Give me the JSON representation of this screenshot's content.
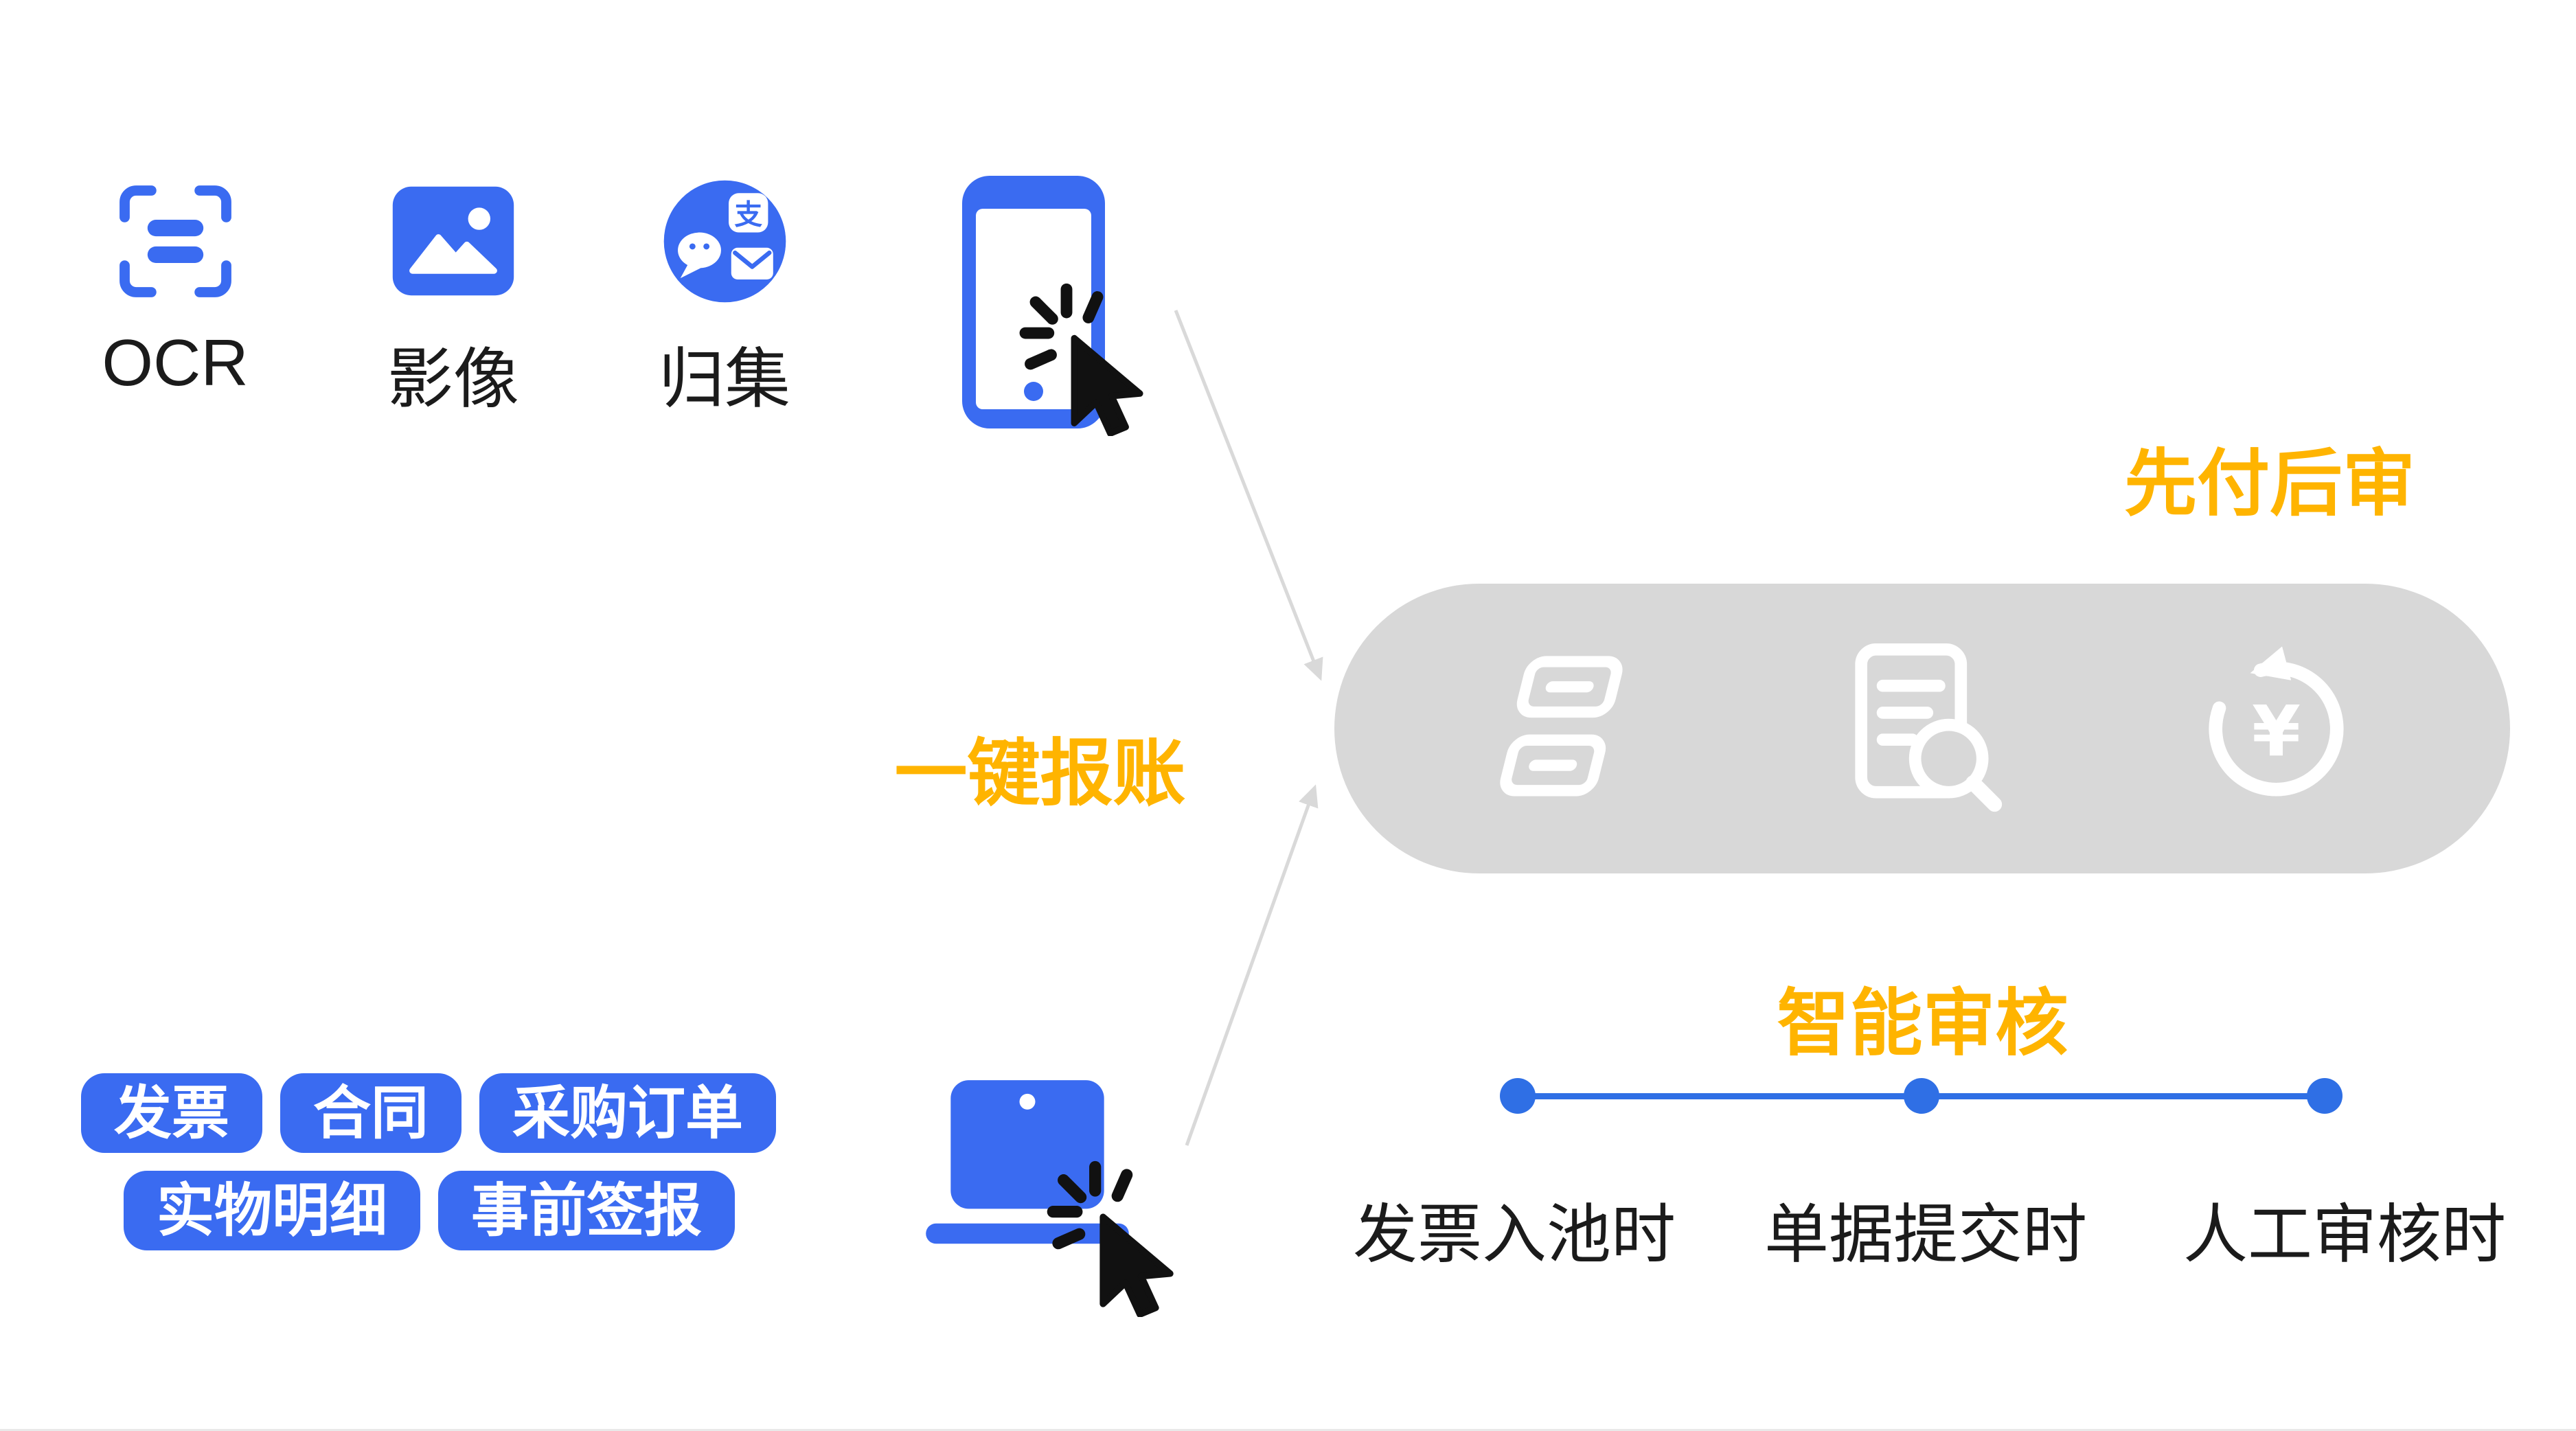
{
  "colors": {
    "primary_blue": "#3A6BF1",
    "timeline_blue": "#2F6FE5",
    "accent_yellow": "#FFB400",
    "pill_gray": "#D8D8D8",
    "arrow_gray": "#D9D9D9",
    "text_dark": "#1B1B1B"
  },
  "capture_methods": [
    {
      "label": "OCR",
      "icon": "ocr-scan-icon"
    },
    {
      "label": "影像",
      "icon": "image-icon"
    },
    {
      "label": "归集",
      "icon": "wechat-alipay-collect-icon"
    }
  ],
  "flow_labels": {
    "one_click_report": "一键报账",
    "pay_first_audit_later": "先付后审",
    "smart_audit": "智能审核"
  },
  "document_tags": {
    "row1": [
      "发票",
      "合同",
      "采购订单"
    ],
    "row2": [
      "实物明细",
      "事前签报"
    ]
  },
  "audit_timeline": {
    "points": [
      "发票入池时",
      "单据提交时",
      "人工审核时"
    ]
  },
  "process_pill": {
    "icons": [
      "invoice-stack-icon",
      "document-review-icon",
      "currency-refund-icon"
    ]
  },
  "icon_glyphs": {
    "yuan": "¥",
    "alipay_char": "支"
  }
}
